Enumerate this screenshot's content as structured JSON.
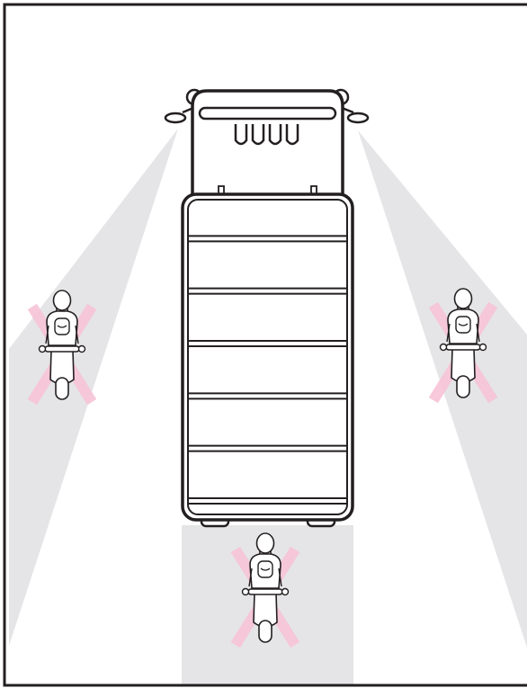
{
  "diagram": {
    "subject": "truck-blind-spots",
    "colors": {
      "frame": "#231f20",
      "blind_zone": "#e5e5e7",
      "truck_fill": "#ffffff",
      "truck_stroke": "#231f20",
      "rider_fill": "#ffffff",
      "rider_stroke": "#231f20",
      "danger_mark": "#f6c3d6"
    },
    "zones": [
      {
        "id": "left-mirror-zone",
        "label": ""
      },
      {
        "id": "right-mirror-zone",
        "label": ""
      },
      {
        "id": "rear-zone",
        "label": ""
      }
    ],
    "riders": [
      {
        "id": "rider-left",
        "in_blind_spot": true
      },
      {
        "id": "rider-right",
        "in_blind_spot": true
      },
      {
        "id": "rider-rear",
        "in_blind_spot": true
      }
    ],
    "trailer_sections": 6,
    "grille_slots": 4
  }
}
